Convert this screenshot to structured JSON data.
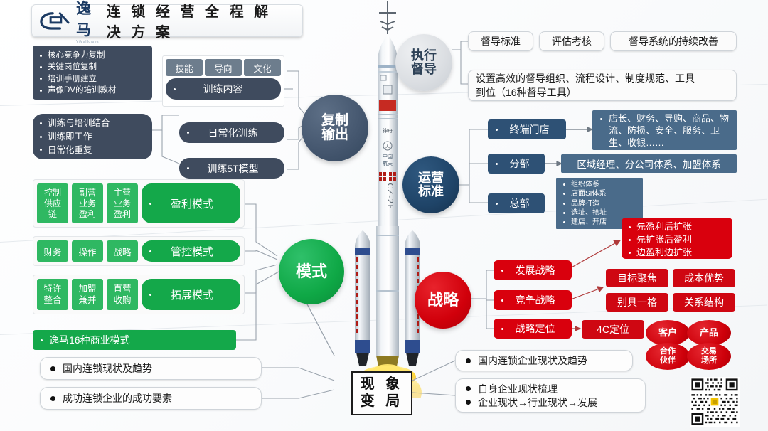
{
  "header": {
    "brand_cn": "逸马",
    "brand_en": "YiMaHorses",
    "title": "连 锁 经 营 全 程 解 决 方 案",
    "logo_icon": "yima-logo-icon"
  },
  "colors": {
    "navy": "#3f4b5e",
    "steel_blue": "#2e5175",
    "green": "#14a84a",
    "red": "#d9000d",
    "slate": "#6d7d8d",
    "text_dark": "#1d1d1d"
  },
  "center_rocket": {
    "name": "cz-2f-rocket-illustration",
    "markings": [
      "中国航天",
      "CZ-2F",
      "神舟"
    ]
  },
  "hubs": {
    "replication": "复制\n输出",
    "replication_l1": "复制",
    "replication_l2": "输出",
    "supervision_l1": "执行",
    "supervision_l2": "督导",
    "operation_l1": "运营",
    "operation_l2": "标准",
    "model": "模式",
    "strategy": "战略",
    "phenomenon_l1": "现 象",
    "phenomenon_l2": "变 局"
  },
  "replication": {
    "core_list": [
      "核心竞争力复制",
      "关键岗位复制",
      "培训手册建立",
      "声像DV的培训教材"
    ],
    "training_tags": [
      "技能",
      "导向",
      "文化"
    ],
    "training_content": "训练内容",
    "practice_list": [
      "训练与培训结合",
      "训练即工作",
      "日常化重复"
    ],
    "daily_training": "日常化训练",
    "model_5t": "训练5T模型"
  },
  "supervision": {
    "tags": [
      "督导标准",
      "评估考核",
      "督导系统的持续改善"
    ],
    "detail_line1": "设置高效的督导组织、流程设计、制度规范、工具",
    "detail_line2": "到位（16种督导工具）"
  },
  "operation": {
    "branches": [
      {
        "label": "终端门店",
        "detail": "店长、财务、导购、商品、物流、防损、安全、服务、卫生、收银……",
        "detail_type": "paragraph"
      },
      {
        "label": "分部",
        "detail": "区域经理、分公司体系、加盟体系",
        "detail_type": "line"
      },
      {
        "label": "总部",
        "detail_type": "list",
        "detail_items": [
          "组织体系",
          "店面SI体系",
          "品牌打造",
          "选址、抢址",
          "建店、开店"
        ]
      }
    ]
  },
  "model": {
    "rows": [
      {
        "tags": [
          [
            "控制",
            "供应",
            "链"
          ],
          [
            "副营",
            "业务",
            "盈利"
          ],
          [
            "主营",
            "业务",
            "盈利"
          ]
        ],
        "label": "盈利模式",
        "multiline": true
      },
      {
        "tags": [
          [
            "财务"
          ],
          [
            "操作"
          ],
          [
            "战略"
          ]
        ],
        "label": "管控模式",
        "multiline": false
      },
      {
        "tags": [
          [
            "特许",
            "整合"
          ],
          [
            "加盟",
            "兼并"
          ],
          [
            "直营",
            "收购"
          ]
        ],
        "label": "拓展模式",
        "multiline": true
      }
    ],
    "summary": "逸马16种商业模式"
  },
  "strategy": {
    "branches": [
      "发展战略",
      "竞争战略",
      "战略定位"
    ],
    "expansion_items": [
      "先盈利后扩张",
      "先扩张后盈利",
      "边盈利边扩张"
    ],
    "competitive_tags": [
      "目标聚焦",
      "成本优势",
      "别具一格",
      "关系结构"
    ],
    "positioning_label": "4C定位",
    "four_c": [
      "客户",
      "产品",
      "合作\n伙伴",
      "交易\n场所"
    ],
    "four_c_items": [
      {
        "l1": "客户",
        "l2": ""
      },
      {
        "l1": "产品",
        "l2": ""
      },
      {
        "l1": "合作",
        "l2": "伙伴"
      },
      {
        "l1": "交易",
        "l2": "场所"
      }
    ]
  },
  "bottom_left": {
    "items": [
      "国内连锁现状及趋势",
      "成功连锁企业的成功要素"
    ]
  },
  "bottom_right": {
    "item1": "国内连锁企业现状及趋势",
    "item2_lines": [
      "自身企业现状梳理",
      "企业现状→行业现状→发展"
    ]
  },
  "qr_code": {
    "name": "qr-code",
    "accent": "#f2c200"
  }
}
